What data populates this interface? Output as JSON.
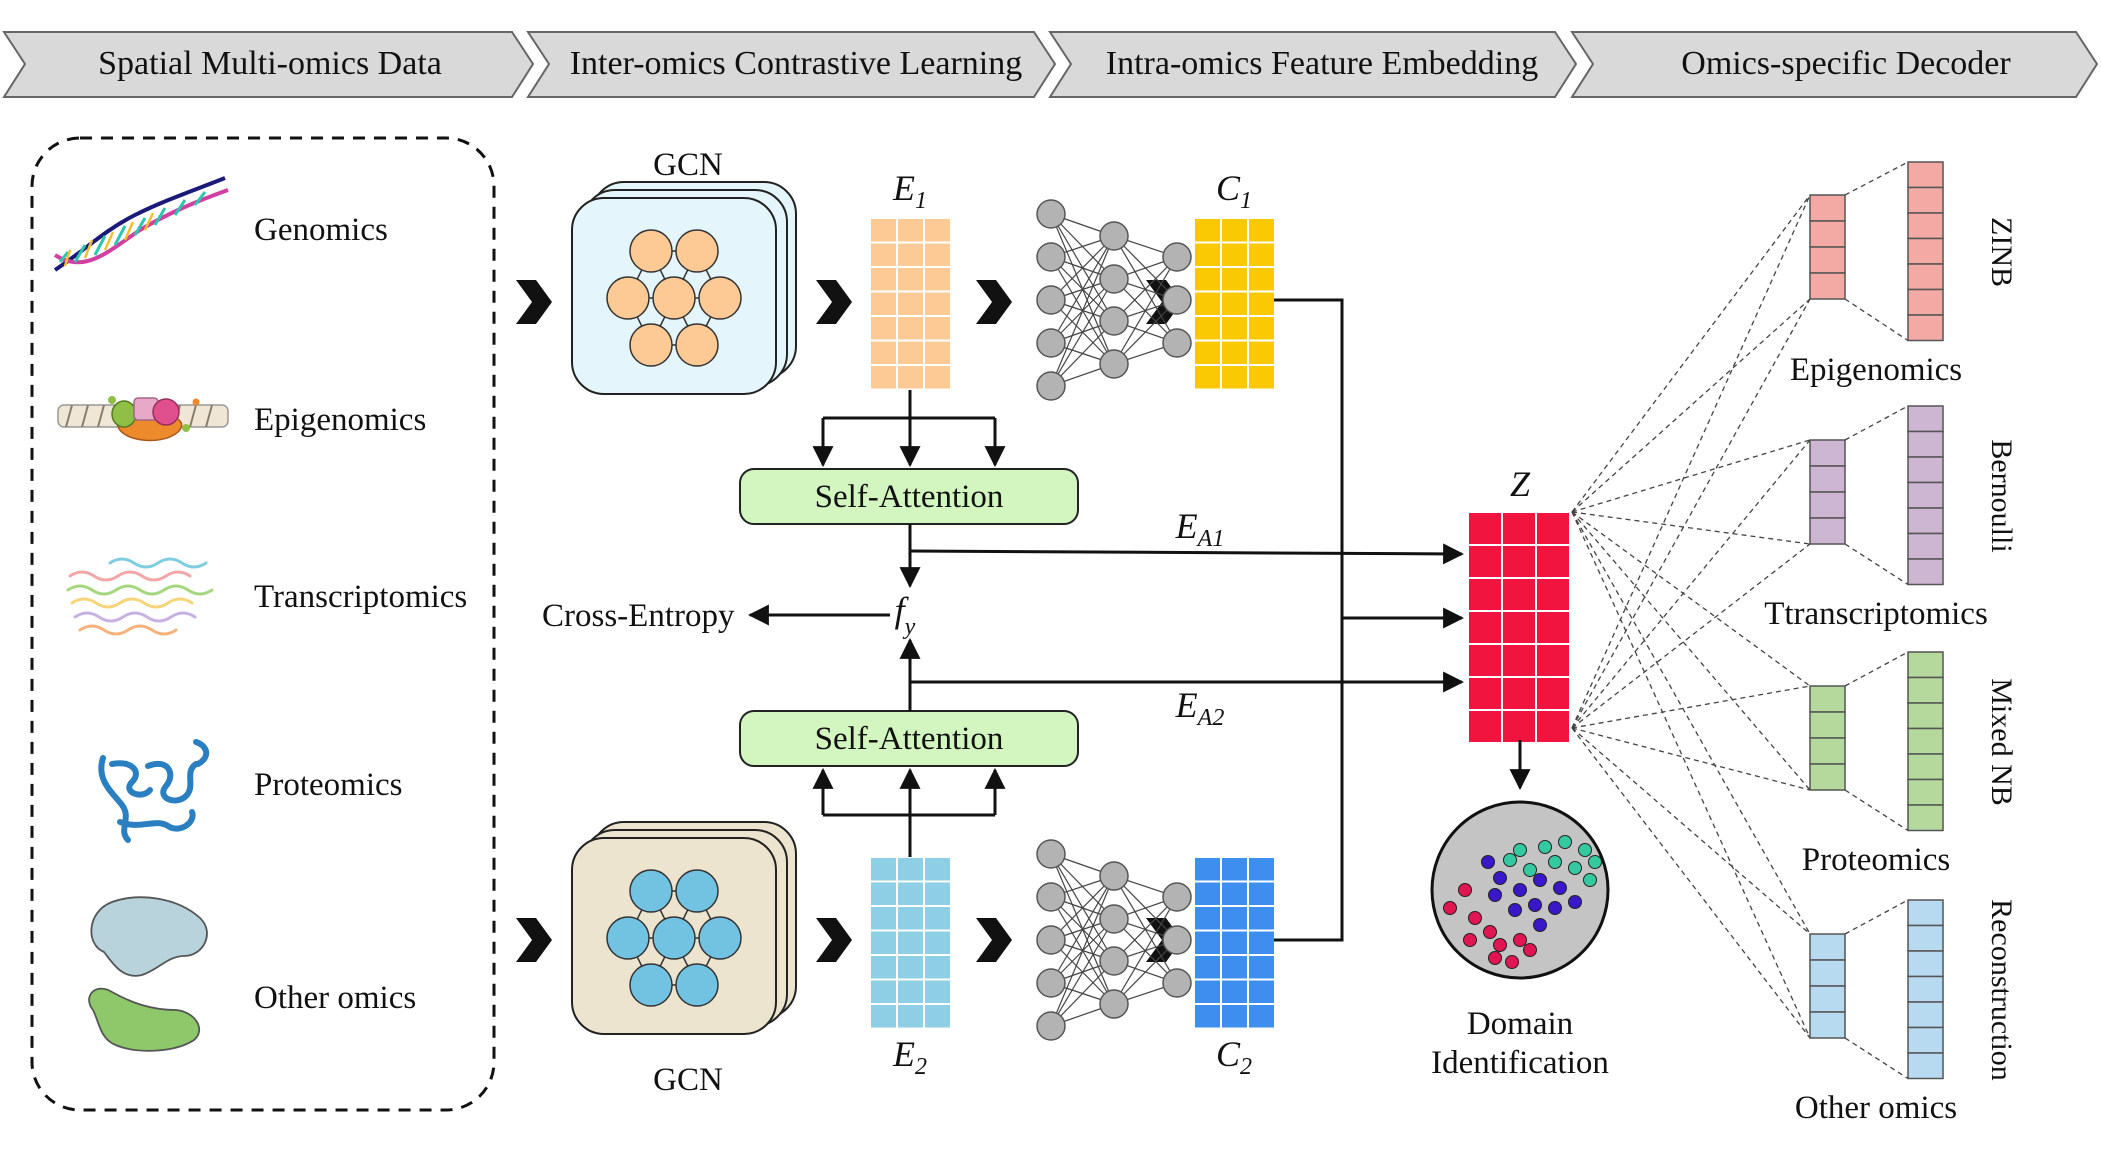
{
  "header": {
    "stages": [
      {
        "label": "Spatial Multi-omics Data"
      },
      {
        "label": "Inter-omics Contrastive Learning"
      },
      {
        "label": "Intra-omics Feature Embedding"
      },
      {
        "label": "Omics-specific Decoder"
      }
    ]
  },
  "omics_list": [
    {
      "label": "Genomics",
      "icon": "dna-helix-icon"
    },
    {
      "label": "Epigenomics",
      "icon": "chromatin-icon"
    },
    {
      "label": "Transcriptomics",
      "icon": "rna-strands-icon"
    },
    {
      "label": "Proteomics",
      "icon": "protein-icon"
    },
    {
      "label": "Other omics",
      "icon": "tissue-blob-icon"
    }
  ],
  "model": {
    "gcn_top_label": "GCN",
    "gcn_bottom_label": "GCN",
    "e1": {
      "main": "E",
      "sub": "1"
    },
    "e2": {
      "main": "E",
      "sub": "2"
    },
    "c1": {
      "main": "C",
      "sub": "1"
    },
    "c2": {
      "main": "C",
      "sub": "2"
    },
    "attention_top": "Self-Attention",
    "attention_bottom": "Self-Attention",
    "ea1": {
      "main": "E",
      "sub": "A1"
    },
    "ea2": {
      "main": "E",
      "sub": "A2"
    },
    "fy": {
      "main": "f",
      "sub": "y"
    },
    "loss_label": "Cross-Entropy",
    "z_label": "Z",
    "domain_label_line1": "Domain",
    "domain_label_line2": "Identification"
  },
  "decoders": [
    {
      "omics": "Epigenomics",
      "distribution": "ZINB",
      "color": "#f4aaa4"
    },
    {
      "omics": "Ttranscriptomics",
      "distribution": "Bernoulli",
      "color": "#cdb6d2"
    },
    {
      "omics": "Proteomics",
      "distribution": "Mixed NB",
      "color": "#b5d99c"
    },
    {
      "omics": "Other omics",
      "distribution": "Reconstruction",
      "color": "#b7daf0"
    }
  ],
  "colors": {
    "e1_cells": "#fdca95",
    "e2_cells": "#8ecfe6",
    "c1_cells": "#fbc804",
    "c2_cells": "#3e8ef0",
    "z_cells": "#f0143e",
    "attention_fill": "#d3f5bf",
    "gcn_top_bg": "#e4f6fb",
    "gcn_bottom_bg": "#ede4d0",
    "gcn_top_nodes": "#fdca95",
    "gcn_bottom_nodes": "#72c3e2",
    "stage_fill": "#d9d9d9"
  }
}
